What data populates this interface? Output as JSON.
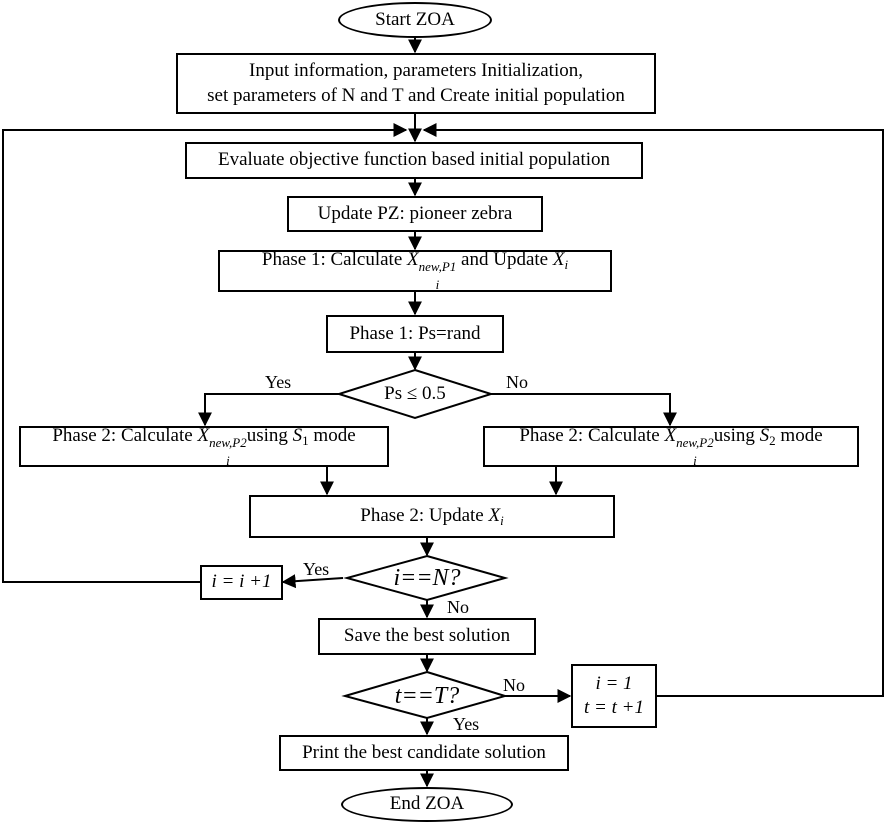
{
  "nodes": {
    "start": "Start ZOA",
    "input_line1": "Input information, parameters Initialization,",
    "input_line2": "set parameters of N and T and Create initial population",
    "evaluate": "Evaluate objective function based initial population",
    "update_pz": "Update PZ: pioneer zebra",
    "phase1_calc": {
      "prefix": "Phase 1: Calculate ",
      "var": "X",
      "sub": "i",
      "sup": "new,P1",
      "middle": " and Update ",
      "var2": "X",
      "sub2": "i"
    },
    "phase1_ps": "Phase 1: Ps=rand",
    "decision_ps": "Ps ≤ 0.5",
    "phase2_s1": {
      "prefix": "Phase 2: Calculate ",
      "var": "X",
      "sub": "i",
      "sup": "new,P2",
      "middle": "using ",
      "mode_var": "S",
      "mode_sub": "1",
      "suffix": " mode"
    },
    "phase2_s2": {
      "prefix": "Phase 2: Calculate ",
      "var": "X",
      "sub": "i",
      "sup": "new,P2",
      "middle": "using ",
      "mode_var": "S",
      "mode_sub": "2",
      "suffix": " mode"
    },
    "phase2_update": {
      "prefix": "Phase 2: Update ",
      "var": "X",
      "sub": "i"
    },
    "decision_i": "i==N?",
    "increment_i": "i = i +1",
    "save_best": "Save the best solution",
    "decision_t": "t==T?",
    "reset_i": "i = 1",
    "increment_t": "t = t +1",
    "print_best": "Print the best candidate solution",
    "end": "End ZOA"
  },
  "edge_labels": {
    "ps_yes": "Yes",
    "ps_no": "No",
    "i_yes": "Yes",
    "i_no": "No",
    "t_no": "No",
    "t_yes": "Yes"
  }
}
